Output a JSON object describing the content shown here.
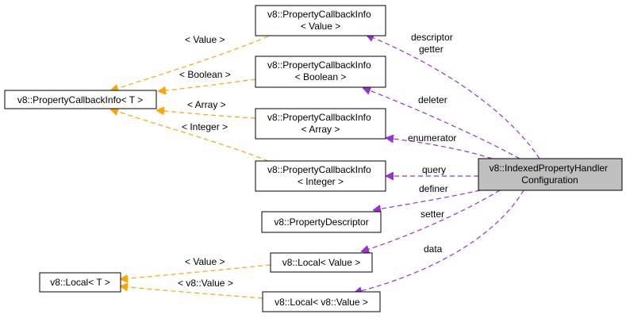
{
  "diagram": {
    "colors": {
      "template_edge": "#ffa500",
      "member_edge": "#9a32cd",
      "node_border": "#000000",
      "focus_fill": "#bfbfbf"
    },
    "nodes": {
      "pci_value": [
        "v8::PropertyCallbackInfo",
        "< Value >"
      ],
      "pci_boolean": [
        "v8::PropertyCallbackInfo",
        "< Boolean >"
      ],
      "pci_array": [
        "v8::PropertyCallbackInfo",
        "< Array >"
      ],
      "pci_integer": [
        "v8::PropertyCallbackInfo",
        "< Integer >"
      ],
      "pci_t": [
        "v8::PropertyCallbackInfo< T >"
      ],
      "prop_descriptor": [
        "v8::PropertyDescriptor"
      ],
      "local_value": [
        "v8::Local< Value >"
      ],
      "local_v8value": [
        "v8::Local< v8::Value >"
      ],
      "local_t": [
        "v8::Local< T >"
      ],
      "config": [
        "v8::IndexedPropertyHandler",
        "Configuration"
      ]
    },
    "edge_labels": {
      "tpl_value": "< Value >",
      "tpl_boolean": "< Boolean >",
      "tpl_array": "< Array >",
      "tpl_integer": "< Integer >",
      "tpl_local_value": "< Value >",
      "tpl_local_v8value": "< v8::Value >",
      "descriptor_getter": [
        "descriptor",
        "getter"
      ],
      "deleter": "deleter",
      "enumerator": "enumerator",
      "query": "query",
      "definer": "definer",
      "setter": "setter",
      "data": "data"
    }
  }
}
